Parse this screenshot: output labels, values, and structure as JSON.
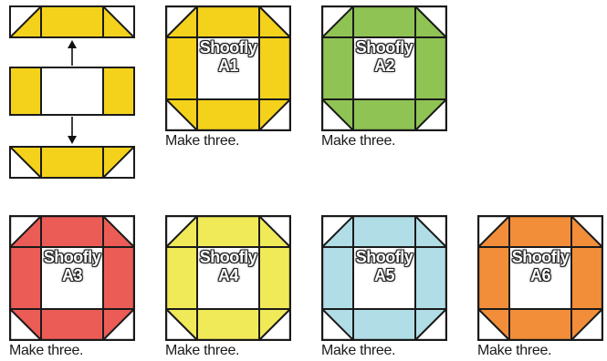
{
  "colors": {
    "A1": "#f4d21c",
    "A2": "#8fc354",
    "A3": "#ec5c56",
    "A4": "#f1ea58",
    "A5": "#b1dde6",
    "A6": "#f28e3a",
    "outline": "#1a1a1a",
    "background_square": "#ffffff",
    "assembly_fill": "#f4d21c"
  },
  "blocks": [
    {
      "id": "A1",
      "name": "Shoofly",
      "code": "A1",
      "caption": "Make three."
    },
    {
      "id": "A2",
      "name": "Shoofly",
      "code": "A2",
      "caption": "Make three."
    },
    {
      "id": "A3",
      "name": "Shoofly",
      "code": "A3",
      "caption": "Make three."
    },
    {
      "id": "A4",
      "name": "Shoofly",
      "code": "A4",
      "caption": "Make three."
    },
    {
      "id": "A5",
      "name": "Shoofly",
      "code": "A5",
      "caption": "Make three."
    },
    {
      "id": "A6",
      "name": "Shoofly",
      "code": "A6",
      "caption": "Make three."
    }
  ],
  "assembly": {
    "rows": 3,
    "arrow_icon": "double-arrow-vertical-icon"
  }
}
